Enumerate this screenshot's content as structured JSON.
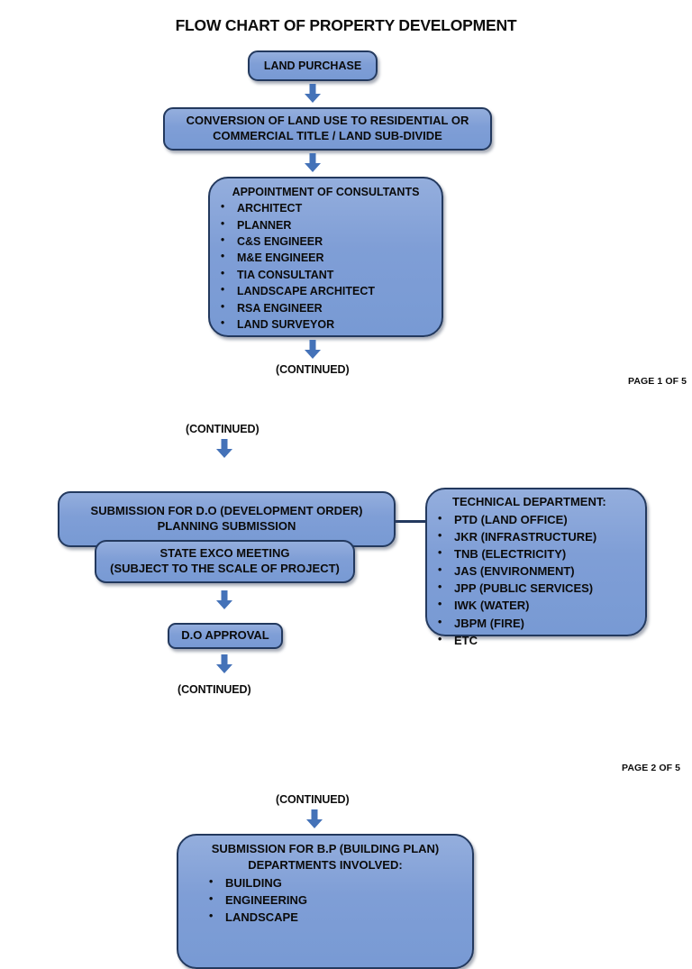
{
  "document": {
    "title": "FLOW CHART OF PROPERTY DEVELOPMENT"
  },
  "theme": {
    "box_fill": "#7f9ed6",
    "box_border": "#23395e",
    "arrow_color": "#4472b8",
    "text_color": "#0b0b0b",
    "page_background": "#ffffff"
  },
  "labels": {
    "continued": "(CONTINUED)"
  },
  "sections": [
    {
      "id": "page-1",
      "footer": "PAGE 1 OF 5",
      "nodes": [
        {
          "id": "land-purchase",
          "type": "process",
          "lines": [
            "LAND PURCHASE"
          ]
        },
        {
          "id": "conversion-of-land-use",
          "type": "process",
          "lines": [
            "CONVERSION OF LAND USE TO RESIDENTIAL OR",
            "COMMERCIAL TITLE / LAND SUB-DIVIDE"
          ]
        },
        {
          "id": "appointment-of-consultants",
          "type": "list",
          "heading": "APPOINTMENT OF CONSULTANTS",
          "items": [
            "ARCHITECT",
            "PLANNER",
            "C&S ENGINEER",
            "M&E ENGINEER",
            "TIA CONSULTANT",
            "LANDSCAPE ARCHITECT",
            "RSA ENGINEER",
            "LAND SURVEYOR"
          ]
        }
      ],
      "continued_out": "(CONTINUED)"
    },
    {
      "id": "page-2",
      "footer": "PAGE 2 OF 5",
      "continued_in": "(CONTINUED)",
      "nodes": [
        {
          "id": "submission-for-do",
          "type": "process",
          "lines": [
            "SUBMISSION FOR D.O (DEVELOPMENT ORDER)",
            "PLANNING SUBMISSION"
          ]
        },
        {
          "id": "state-exco-meeting",
          "type": "process",
          "lines": [
            "STATE EXCO MEETING",
            "(SUBJECT TO THE SCALE OF PROJECT)"
          ]
        },
        {
          "id": "do-approval",
          "type": "process",
          "lines": [
            "D.O APPROVAL"
          ]
        },
        {
          "id": "technical-department",
          "type": "list",
          "heading": "TECHNICAL DEPARTMENT:",
          "items": [
            "PTD (LAND OFFICE)",
            "JKR (INFRASTRUCTURE)",
            "TNB (ELECTRICITY)",
            "JAS (ENVIRONMENT)",
            "JPP (PUBLIC SERVICES)",
            "IWK (WATER)",
            "JBPM (FIRE)",
            "ETC"
          ]
        }
      ],
      "continued_out": "(CONTINUED)"
    },
    {
      "id": "page-3",
      "continued_in": "(CONTINUED)",
      "nodes": [
        {
          "id": "submission-for-bp",
          "type": "list",
          "heading": "SUBMISSION FOR B.P (BUILDING PLAN)",
          "subheading": "DEPARTMENTS INVOLVED:",
          "items": [
            "BUILDING",
            "ENGINEERING",
            "LANDSCAPE"
          ]
        }
      ]
    }
  ]
}
